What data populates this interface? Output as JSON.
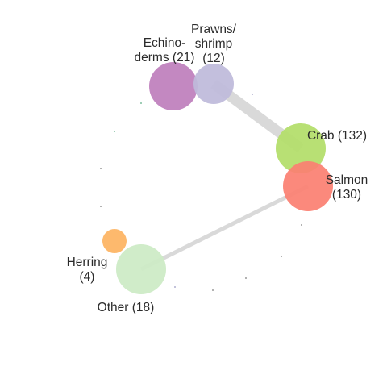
{
  "network": {
    "nodes": [
      {
        "id": "echinoderms",
        "label_lines": [
          "Echino-",
          "derms (21)"
        ],
        "color": "#BE7FBC"
      },
      {
        "id": "prawns",
        "label_lines": [
          "Prawns/",
          "shrimp",
          "(12)"
        ],
        "color": "#BEBADA"
      },
      {
        "id": "crab",
        "label_lines": [
          "Crab (132)"
        ],
        "color": "#B3DE69"
      },
      {
        "id": "salmon",
        "label_lines": [
          "Salmon",
          "(130)"
        ],
        "color": "#FB8072"
      },
      {
        "id": "herring",
        "label_lines": [
          "Herring",
          "(4)"
        ],
        "color": "#FDB462"
      },
      {
        "id": "other",
        "label_lines": [
          "Other (18)"
        ],
        "color": "#CCEBC5"
      }
    ],
    "edges": [
      {
        "id": "prawns-crab",
        "source": "prawns",
        "target": "crab",
        "color": "#d9d9d9"
      },
      {
        "id": "salmon-other",
        "source": "salmon",
        "target": "other",
        "color": "#d9d9d9"
      }
    ],
    "marker_colors": [
      "#7fbf9f",
      "#b0b0d0",
      "#9a9a9a"
    ]
  }
}
